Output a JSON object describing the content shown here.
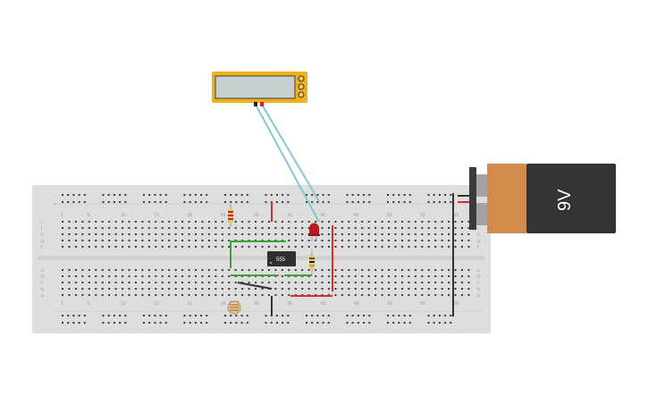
{
  "breadboard": {
    "column_numbers": [
      "1",
      "5",
      "10",
      "15",
      "20",
      "25",
      "30",
      "35",
      "40",
      "45",
      "50",
      "55",
      "60"
    ],
    "row_letters_top": [
      "j",
      "i",
      "h",
      "g",
      "f"
    ],
    "row_letters_bottom": [
      "e",
      "d",
      "c",
      "b",
      "a"
    ],
    "rail_minus": "−",
    "rail_plus": "+"
  },
  "chip": {
    "label": "555"
  },
  "battery": {
    "label": "9V"
  },
  "multimeter": {
    "display_value": ""
  },
  "colors": {
    "wire_red": "#d62f2f",
    "wire_green": "#3aa335",
    "wire_black": "#333333",
    "probe_wire": "#7fc9d4",
    "meter_body": "#f0b11b",
    "battery_cap": "#d38b4c",
    "battery_body": "#333333",
    "board": "#dedede"
  }
}
